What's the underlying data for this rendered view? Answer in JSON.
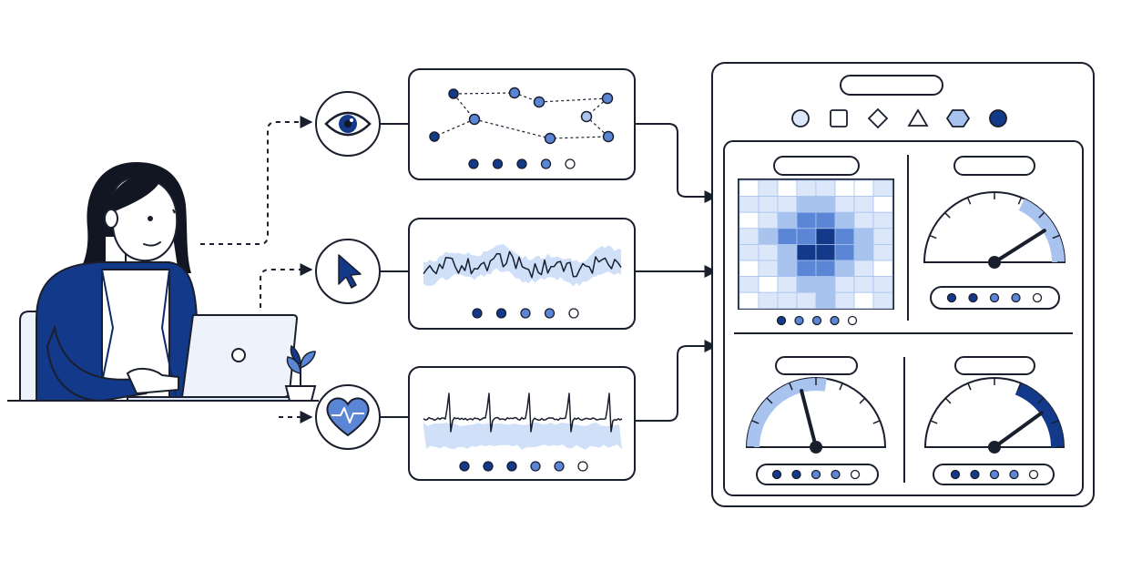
{
  "colors": {
    "ink": "#1a1f2e",
    "navy": "#13398a",
    "mid": "#5b86d6",
    "light": "#a9c3ef",
    "pale": "#dce8fa",
    "white": "#ffffff"
  },
  "person": {
    "activity": "typing-on-laptop",
    "icons": [
      "laptop-icon",
      "plant-icon",
      "chair-icon"
    ]
  },
  "input_signals": [
    {
      "id": "gaze",
      "icon": "eye-icon",
      "panel_kind": "scanpath",
      "dots": [
        "filled",
        "filled",
        "filled",
        "light",
        "empty"
      ]
    },
    {
      "id": "mouse",
      "icon": "cursor-icon",
      "panel_kind": "noisy-waveform",
      "dots": [
        "filled",
        "filled",
        "light",
        "light",
        "empty"
      ]
    },
    {
      "id": "heart",
      "icon": "heart-pulse-icon",
      "panel_kind": "ecg-waveform",
      "dots": [
        "filled",
        "filled",
        "filled",
        "light",
        "light",
        "empty"
      ]
    }
  ],
  "dashboard": {
    "shape_legend": [
      "circle-light",
      "square-outline",
      "diamond-outline",
      "triangle-outline",
      "hexagon-light",
      "circle-navy"
    ],
    "heatmap": {
      "grid": "8x8",
      "dots": [
        "filled",
        "light",
        "light",
        "light",
        "empty"
      ]
    },
    "gauges": [
      {
        "id": "gauge-top-right",
        "level": 0.82,
        "dots": [
          "filled",
          "filled",
          "light",
          "light",
          "empty"
        ]
      },
      {
        "id": "gauge-bottom-left",
        "level": 0.42,
        "dots": [
          "filled",
          "filled",
          "light",
          "light",
          "empty"
        ]
      },
      {
        "id": "gauge-bottom-right",
        "level": 0.8,
        "dots": [
          "filled",
          "filled",
          "light",
          "light",
          "empty"
        ]
      }
    ]
  }
}
